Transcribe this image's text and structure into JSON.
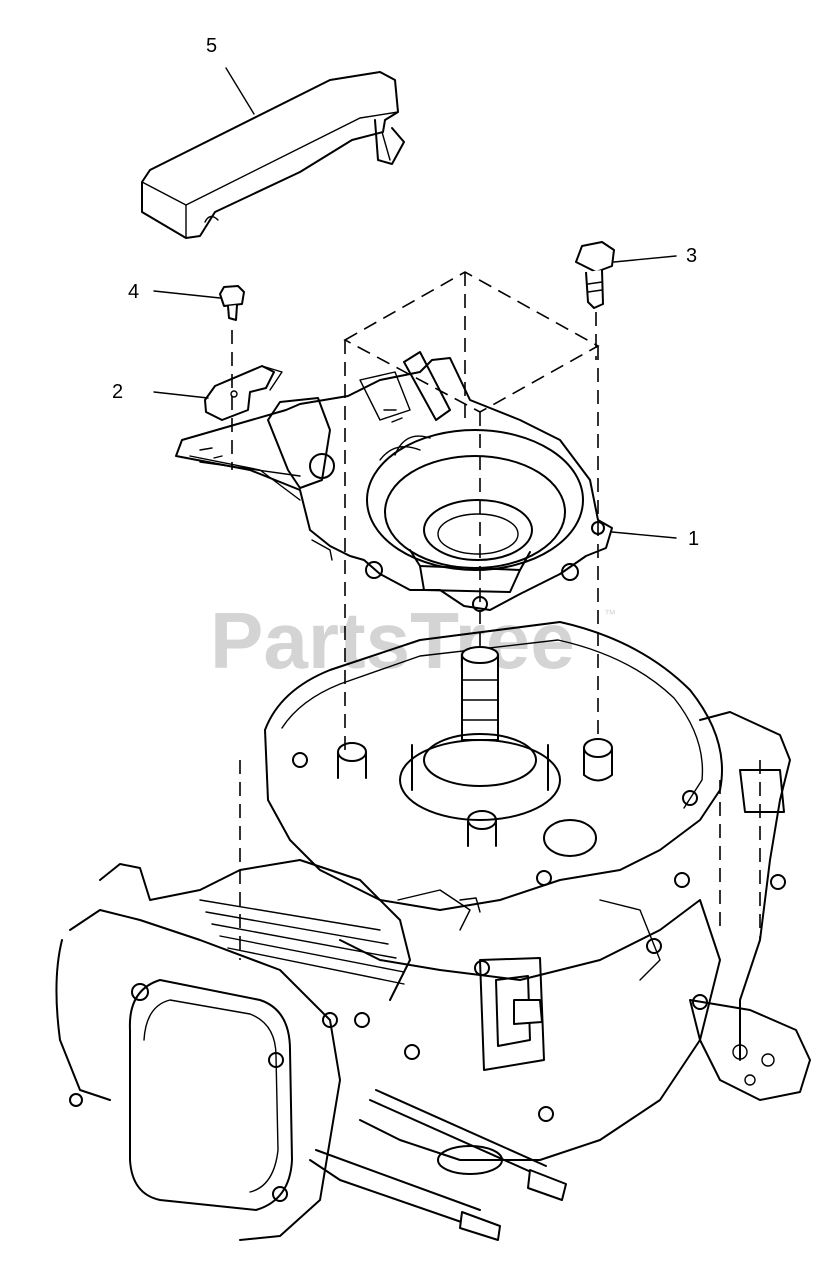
{
  "callouts": [
    {
      "number": "1"
    },
    {
      "number": "2"
    },
    {
      "number": "3"
    },
    {
      "number": "4"
    },
    {
      "number": "5"
    }
  ],
  "watermark": {
    "text": "PartsTree",
    "trademark": "™"
  }
}
